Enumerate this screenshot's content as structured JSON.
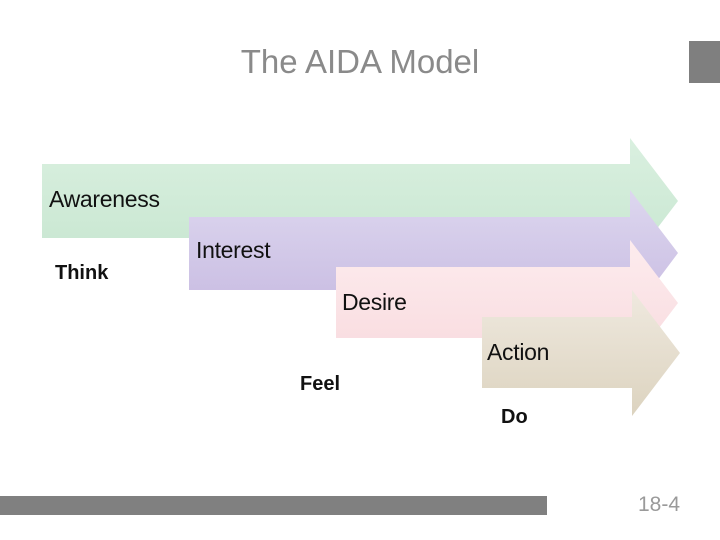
{
  "title": "The AIDA Model",
  "page_number": "18-4",
  "decor": {
    "corner_block_color": "#7f7f7f",
    "footer_bar_color": "#808080",
    "title_color": "#8a8a8a"
  },
  "arrows": [
    {
      "label": "Awareness",
      "color_top": "#daf0e0",
      "color_bottom": "#c7e6d0"
    },
    {
      "label": "Interest",
      "color_top": "#ddd7ef",
      "color_bottom": "#c7bae1"
    },
    {
      "label": "Desire",
      "color_top": "#fdecee",
      "color_bottom": "#f8dade"
    },
    {
      "label": "Action",
      "color_top": "#efe9df",
      "color_bottom": "#dcd3bf"
    }
  ],
  "stage_labels": [
    {
      "label": "Think"
    },
    {
      "label": "Feel"
    },
    {
      "label": "Do"
    }
  ]
}
